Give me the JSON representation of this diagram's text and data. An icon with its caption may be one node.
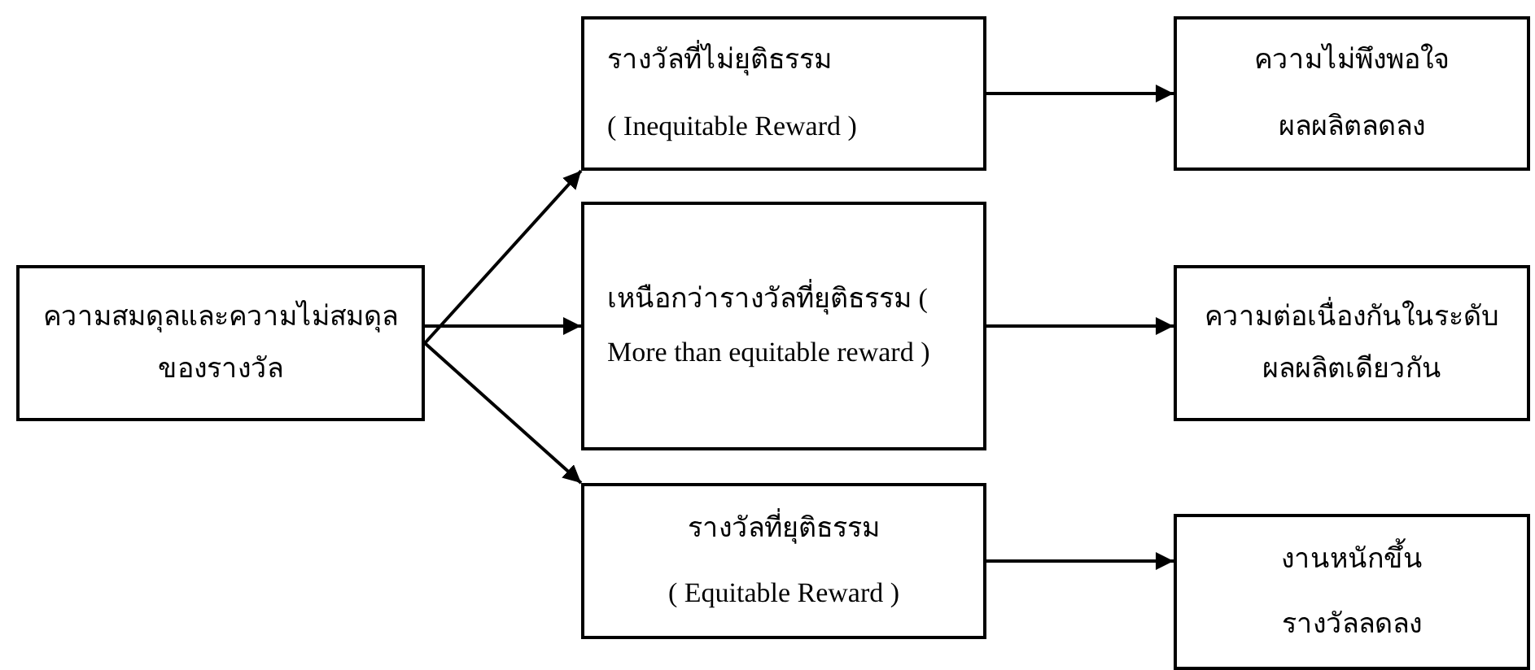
{
  "diagram": {
    "nodes": [
      {
        "text": [
          "ความสมดุลและความไม่สมดุลของรางวัล"
        ]
      },
      {
        "text": [
          "รางวัลที่ไม่ยุติธรรม",
          "( Inequitable Reward )"
        ]
      },
      {
        "text": [
          "เหนือกว่ารางวัลที่ยุติธรรม ( More than equitable reward )"
        ]
      },
      {
        "text": [
          "รางวัลที่ยุติธรรม",
          "( Equitable Reward )"
        ]
      },
      {
        "text": [
          "ความไม่พึงพอใจ",
          "ผลผลิตลดลง"
        ]
      },
      {
        "text": [
          "ความต่อเนื่องกันในระดับผลผลิตเดียวกัน"
        ]
      },
      {
        "text": [
          "งานหนักขึ้น",
          "รางวัลลดลง"
        ]
      }
    ],
    "edges": [
      {
        "from": 0,
        "to": 1,
        "arrow": "to"
      },
      {
        "from": 0,
        "to": 2,
        "arrow": "to"
      },
      {
        "from": 0,
        "to": 3,
        "arrow": "to"
      },
      {
        "from": 1,
        "to": 4,
        "arrow": "to"
      },
      {
        "from": 2,
        "to": 5,
        "arrow": "to"
      },
      {
        "from": 3,
        "to": 6,
        "arrow": "to"
      }
    ]
  }
}
